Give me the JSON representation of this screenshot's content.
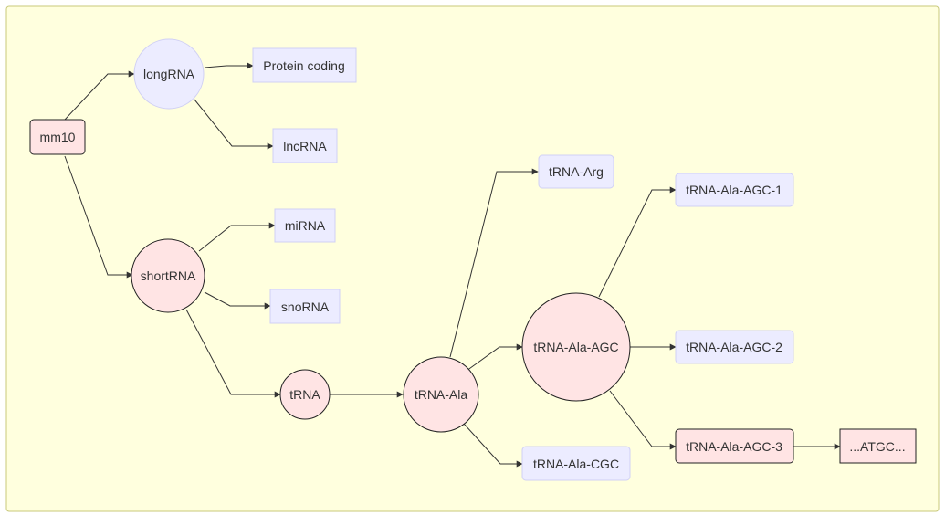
{
  "colors": {
    "background": "#ffffde",
    "background_border": "#c8c87a",
    "node_lavender_fill": "#ececff",
    "node_lavender_stroke": "#d0d0f4",
    "node_pink_fill": "#ffe4e4",
    "node_pink_stroke": "#222222",
    "edge": "#333333",
    "text": "#333333"
  },
  "nodes": {
    "mm10": "mm10",
    "longRNA": "longRNA",
    "protein_coding": "Protein coding",
    "lncRNA": "lncRNA",
    "shortRNA": "shortRNA",
    "miRNA": "miRNA",
    "snoRNA": "snoRNA",
    "tRNA": "tRNA",
    "tRNA_Ala": "tRNA-Ala",
    "tRNA_Arg": "tRNA-Arg",
    "tRNA_Ala_AGC": "tRNA-Ala-AGC",
    "tRNA_Ala_CGC": "tRNA-Ala-CGC",
    "tRNA_Ala_AGC_1": "tRNA-Ala-AGC-1",
    "tRNA_Ala_AGC_2": "tRNA-Ala-AGC-2",
    "tRNA_Ala_AGC_3": "tRNA-Ala-AGC-3",
    "sequence": "...ATGC..."
  },
  "edges": [
    [
      "mm10",
      "longRNA"
    ],
    [
      "mm10",
      "shortRNA"
    ],
    [
      "longRNA",
      "protein_coding"
    ],
    [
      "longRNA",
      "lncRNA"
    ],
    [
      "shortRNA",
      "miRNA"
    ],
    [
      "shortRNA",
      "snoRNA"
    ],
    [
      "shortRNA",
      "tRNA"
    ],
    [
      "tRNA",
      "tRNA_Ala"
    ],
    [
      "tRNA_Ala",
      "tRNA_Arg"
    ],
    [
      "tRNA_Ala",
      "tRNA_Ala_AGC"
    ],
    [
      "tRNA_Ala",
      "tRNA_Ala_CGC"
    ],
    [
      "tRNA_Ala_AGC",
      "tRNA_Ala_AGC_1"
    ],
    [
      "tRNA_Ala_AGC",
      "tRNA_Ala_AGC_2"
    ],
    [
      "tRNA_Ala_AGC",
      "tRNA_Ala_AGC_3"
    ],
    [
      "tRNA_Ala_AGC_3",
      "sequence"
    ]
  ]
}
